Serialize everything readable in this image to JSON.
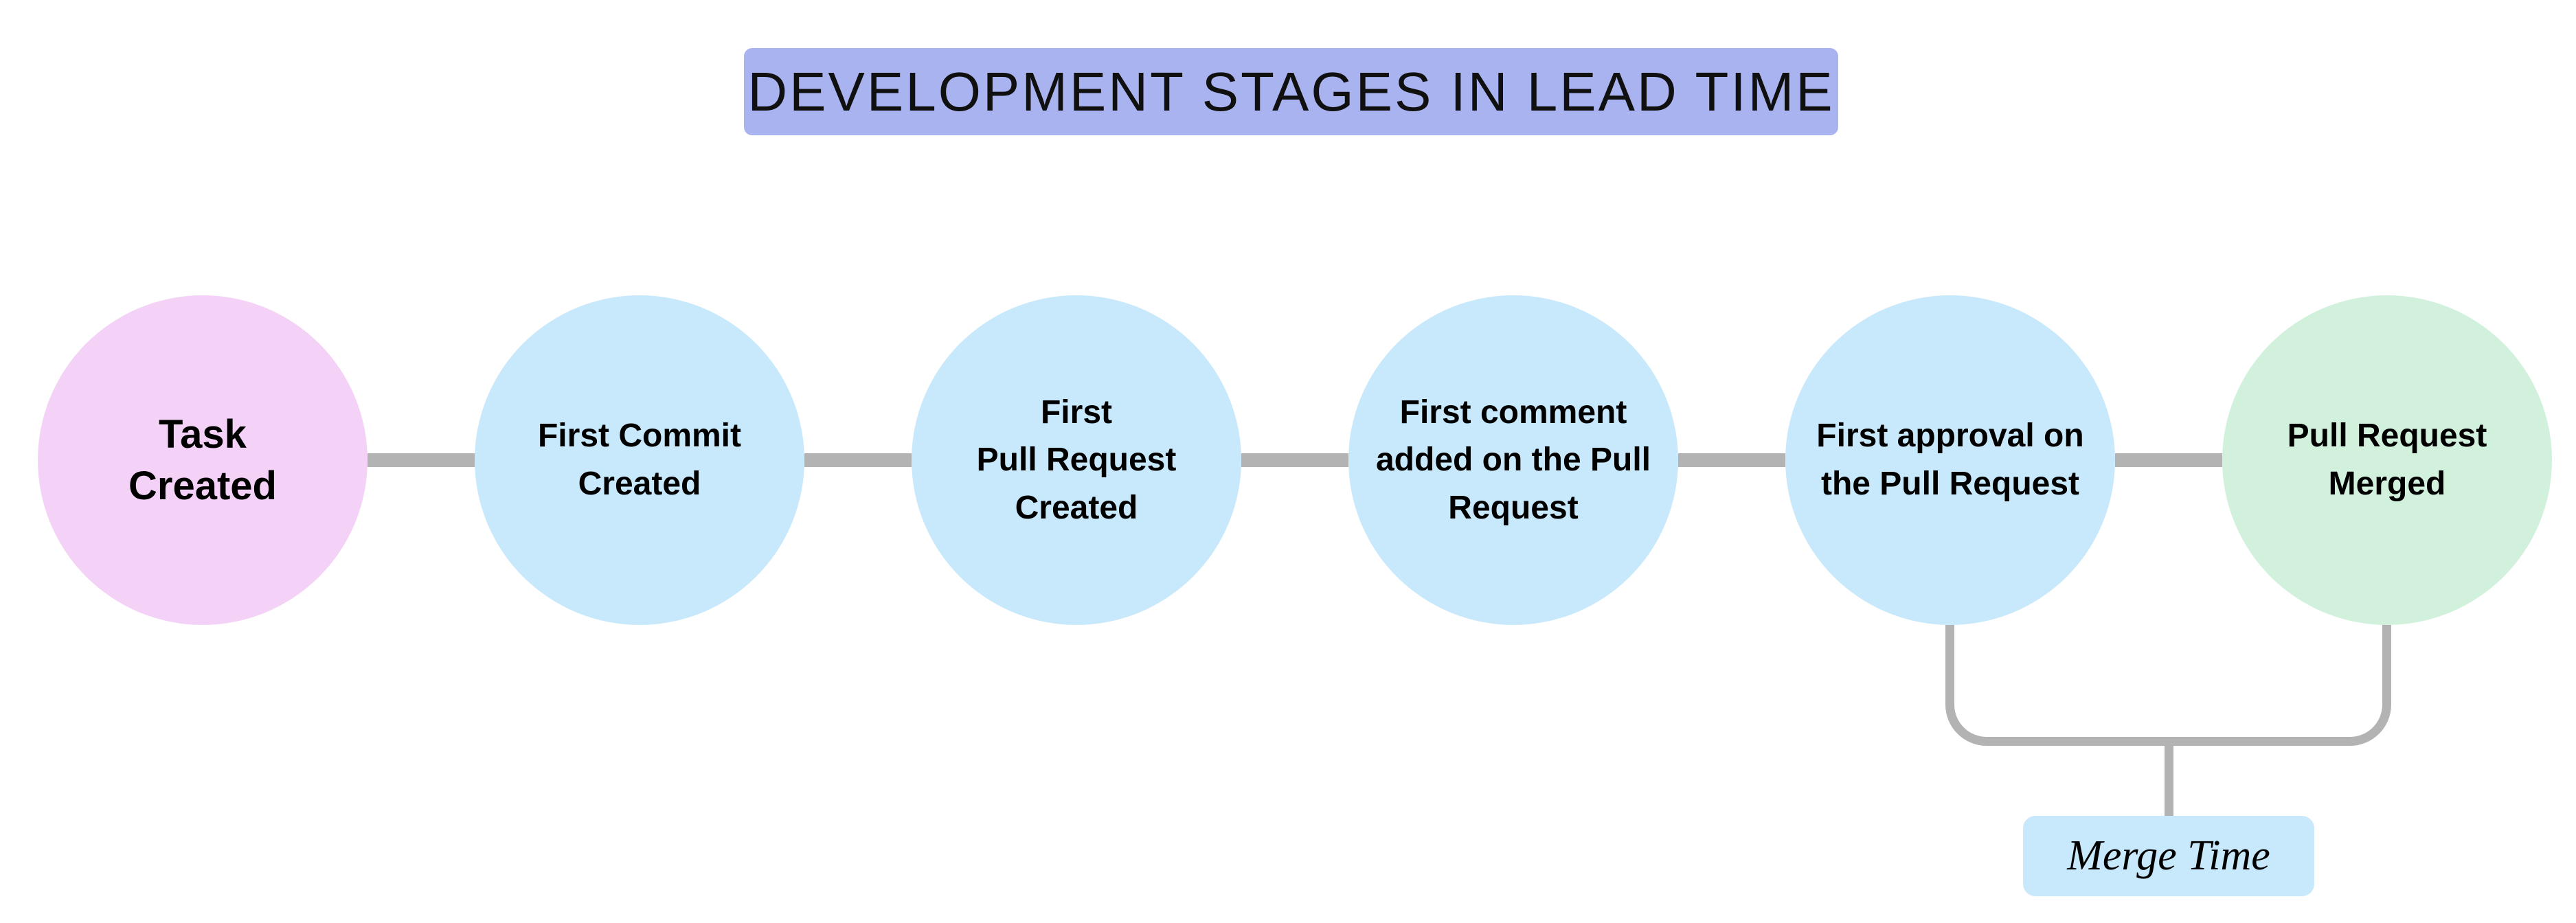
{
  "title": "DEVELOPMENT STAGES IN LEAD TIME",
  "stages": [
    {
      "label": "Task\nCreated",
      "color": "#f4d2f7"
    },
    {
      "label": "First Commit\nCreated",
      "color": "#c8e8fb"
    },
    {
      "label": "First\nPull Request\nCreated",
      "color": "#c8e8fb"
    },
    {
      "label": "First comment\nadded on the Pull\nRequest",
      "color": "#c8e8fb"
    },
    {
      "label": "First approval on\nthe Pull Request",
      "color": "#c8e8fb"
    },
    {
      "label": "Pull Request\nMerged",
      "color": "#d1f1dc"
    }
  ],
  "annotation": {
    "label": "Merge Time",
    "color": "#c8e8fb"
  },
  "colors": {
    "background": "#ffffff",
    "banner_bg": "#a9b3f0",
    "connector": "#b3b3b3",
    "text": "#000000"
  }
}
